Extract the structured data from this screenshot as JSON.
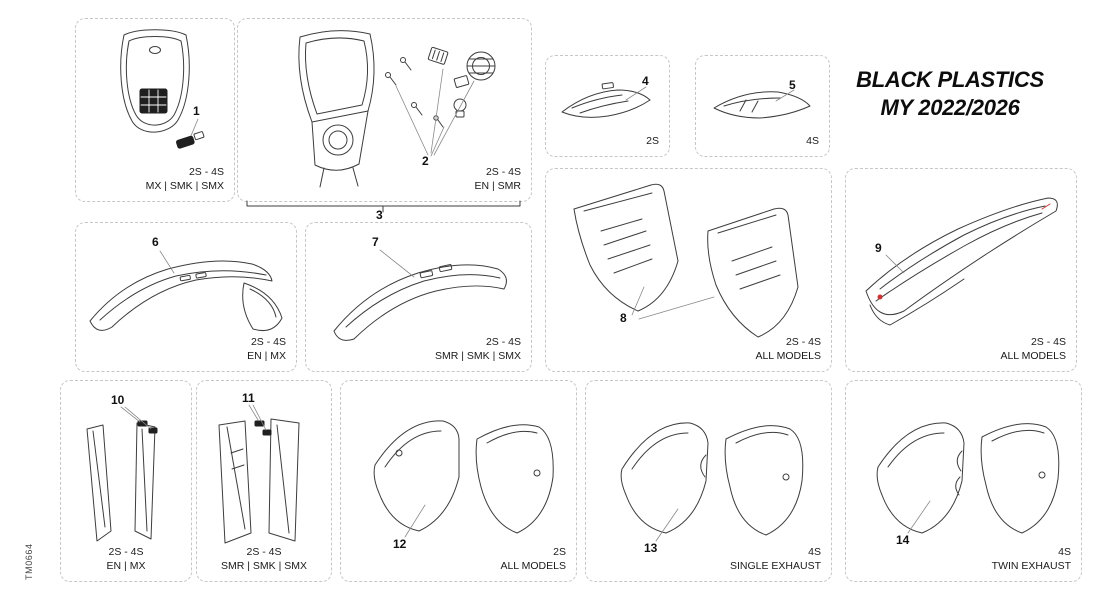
{
  "page": {
    "title_line1": "BLACK PLASTICS",
    "title_line2": "MY 2022/2026",
    "doc_code": "TM0664"
  },
  "colors": {
    "line": "#3d3d3d",
    "panel_border": "#c6c6c6",
    "vent_fill": "#1f1f1f",
    "accent_red": "#cc3333",
    "text": "#1a1a1a"
  },
  "bracket": {
    "label": "3"
  },
  "panels": {
    "p1": {
      "part": "front-number-plate",
      "callout": "1",
      "caption1": "2S - 4S",
      "caption2": "MX | SMK | SMX"
    },
    "p2": {
      "part": "headlight-mask-assembly",
      "callout": "2",
      "caption1": "2S - 4S",
      "caption2": "EN | SMR"
    },
    "p4": {
      "part": "small-cover-2s",
      "callout": "4",
      "caption1": "2S"
    },
    "p5": {
      "part": "small-cover-4s",
      "callout": "5",
      "caption1": "4S"
    },
    "p6": {
      "part": "front-fender",
      "callout": "6",
      "caption1": "2S - 4S",
      "caption2": "EN | MX"
    },
    "p7": {
      "part": "front-fender-smr",
      "callout": "7",
      "caption1": "2S - 4S",
      "caption2": "SMR | SMK | SMX"
    },
    "p8": {
      "part": "radiator-shrouds",
      "callout": "8",
      "caption1": "2S - 4S",
      "caption2": "ALL MODELS"
    },
    "p9": {
      "part": "rear-fender",
      "callout": "9",
      "caption1": "2S - 4S",
      "caption2": "ALL MODELS"
    },
    "p10": {
      "part": "fork-guards",
      "callout": "10",
      "caption1": "2S - 4S",
      "caption2": "EN | MX"
    },
    "p11": {
      "part": "fork-guards-smr",
      "callout": "11",
      "caption1": "2S - 4S",
      "caption2": "SMR | SMK | SMX"
    },
    "p12": {
      "part": "side-panels-2s",
      "callout": "12",
      "caption1": "2S",
      "caption2": "ALL MODELS"
    },
    "p13": {
      "part": "side-panels-single-exhaust",
      "callout": "13",
      "caption1": "4S",
      "caption2": "SINGLE EXHAUST"
    },
    "p14": {
      "part": "side-panels-twin-exhaust",
      "callout": "14",
      "caption1": "4S",
      "caption2": "TWIN EXHAUST"
    }
  }
}
